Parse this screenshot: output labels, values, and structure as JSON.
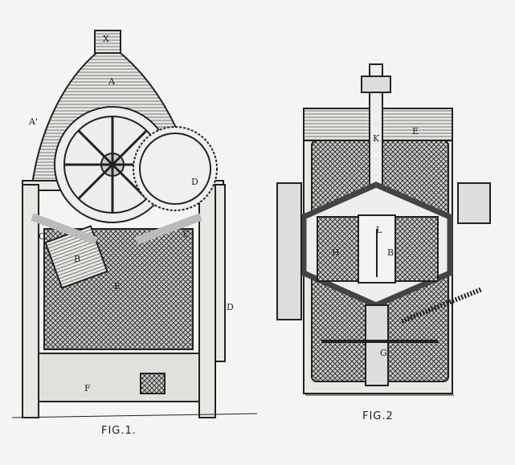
{
  "figure1": {
    "caption": "FIG.1.",
    "labels": {
      "x": "X",
      "a": "A",
      "a_prime": "A'",
      "d_top": "D",
      "b": "B",
      "e": "E",
      "c_left": "C",
      "c_right": "C",
      "d_side": "D",
      "f": "F"
    }
  },
  "figure2": {
    "caption": "FIG.2",
    "labels": {
      "e": "E",
      "k": "K",
      "l": "L",
      "h": "H",
      "b": "B",
      "g": "G"
    }
  }
}
